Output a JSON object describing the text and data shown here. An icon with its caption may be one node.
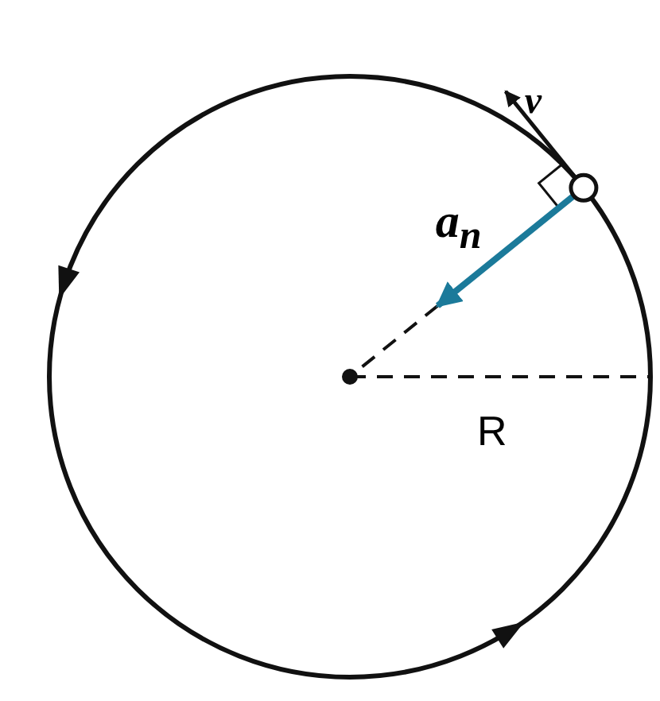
{
  "diagram": {
    "labels": [
      "v",
      "a$_{n}$",
      "R"
    ]
  }
}
